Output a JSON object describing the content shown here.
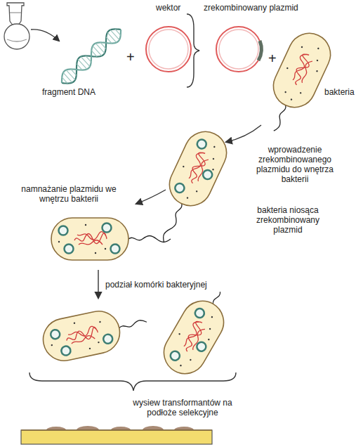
{
  "diagram": {
    "labels": [
      "wektor",
      "zrekombinowany plazmid",
      "fragment DNA",
      "+",
      "+",
      "bakteria",
      "wprowadzenie zrekombinowanego plazmidu do wnętrza bakterii",
      "namnażanie plazmidu we wnętrzu bakterii",
      "bakteria niosąca zrekombinowany plazmid",
      "podział komórki bakteryjnej",
      "wysiew transformantów na podłoże selekcyjne"
    ]
  }
}
